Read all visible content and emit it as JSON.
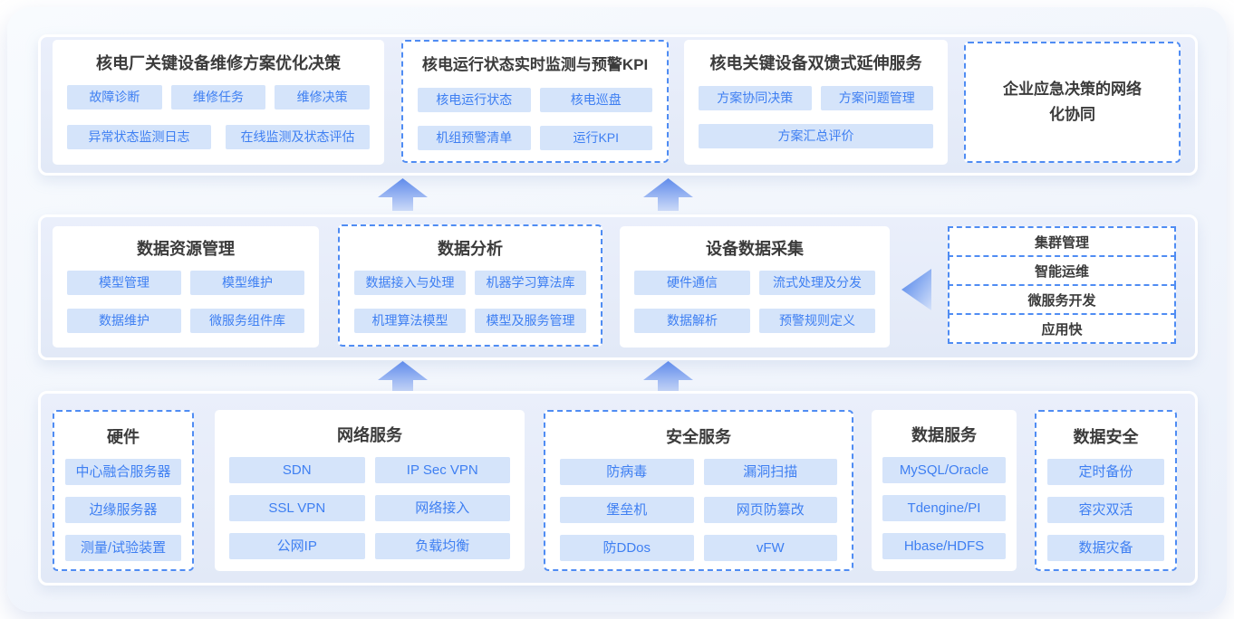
{
  "colors": {
    "accent": "#3E7FF2",
    "chip_bg": "#D5E4FA",
    "dashed_border": "#4F8CF3",
    "layer_bg": "#E6EBF8",
    "title_text": "#3B3B3B",
    "arrow_top": "#5F8BEB",
    "arrow_bottom": "#CCDAF8"
  },
  "icons": {
    "up_arrow": "⬆",
    "left_arrow": "◀"
  },
  "application_layer": {
    "cards": [
      {
        "title": "核电厂关键设备维修方案优化决策",
        "tags": [
          "故障诊断",
          "维修任务",
          "维修决策",
          "异常状态监测日志",
          "在线监测及状态评估"
        ]
      },
      {
        "title": "核电运行状态实时监测与预警KPI",
        "tags": [
          "核电运行状态",
          "核电巡盘",
          "机组预警清单",
          "运行KPI"
        ]
      },
      {
        "title": "核电关键设备双馈式延伸服务",
        "tags": [
          "方案协同决策",
          "方案问题管理",
          "方案汇总评价"
        ]
      },
      {
        "title": "企业应急决策的网络化协同",
        "tags": []
      }
    ]
  },
  "platform_layer": {
    "cards": [
      {
        "title": "数据资源管理",
        "tags": [
          "模型管理",
          "模型维护",
          "数据维护",
          "微服务组件库"
        ]
      },
      {
        "title": "数据分析",
        "tags": [
          "数据接入与处理",
          "机器学习算法库",
          "机理算法模型",
          "模型及服务管理"
        ]
      },
      {
        "title": "设备数据采集",
        "tags": [
          "硬件通信",
          "流式处理及分发",
          "数据解析",
          "预警规则定义"
        ]
      }
    ],
    "side_items": [
      "集群管理",
      "智能运维",
      "微服务开发",
      "应用快"
    ]
  },
  "infrastructure_layer": {
    "cards": [
      {
        "title": "硬件",
        "tags": [
          "中心融合服务器",
          "边缘服务器",
          "测量/试验装置"
        ]
      },
      {
        "title": "网络服务",
        "tags": [
          "SDN",
          "IP Sec VPN",
          "SSL VPN",
          "网络接入",
          "公网IP",
          "负载均衡"
        ]
      },
      {
        "title": "安全服务",
        "tags": [
          "防病毒",
          "漏洞扫描",
          "堡垒机",
          "网页防篡改",
          "防DDos",
          "vFW"
        ]
      },
      {
        "title": "数据服务",
        "tags": [
          "MySQL/Oracle",
          "Tdengine/PI",
          "Hbase/HDFS"
        ]
      },
      {
        "title": "数据安全",
        "tags": [
          "定时备份",
          "容灾双活",
          "数据灾备"
        ]
      }
    ]
  }
}
